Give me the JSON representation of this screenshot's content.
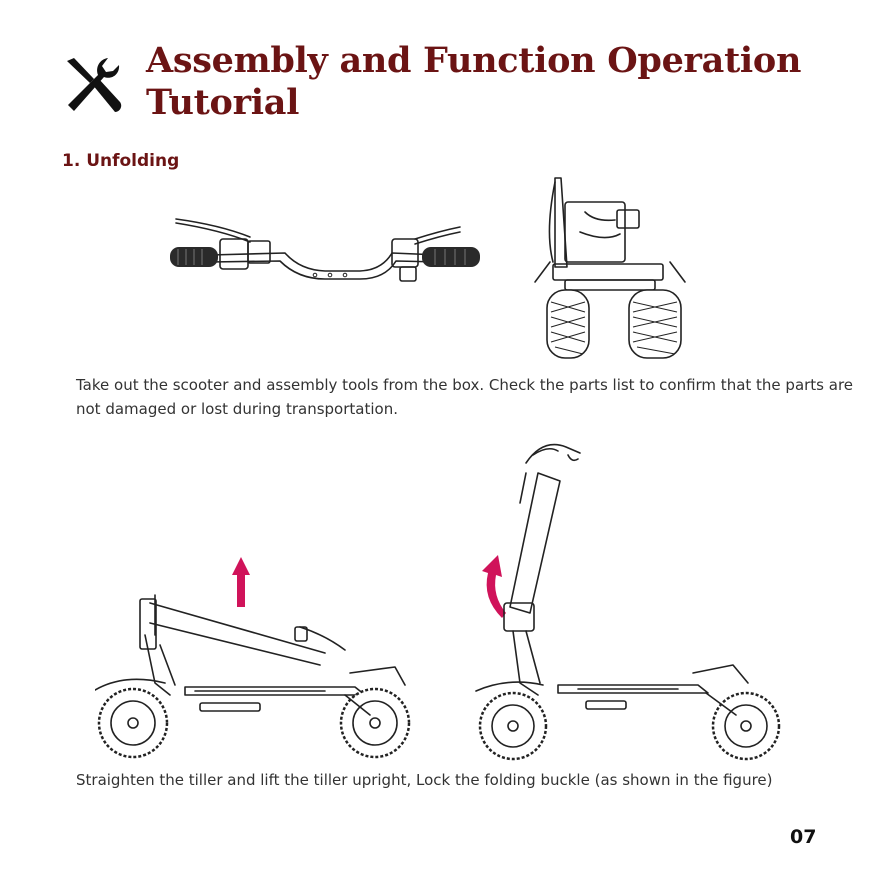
{
  "page": {
    "title_line1": "Assembly and Function Operation",
    "title_line2": "Tutorial",
    "section_heading": "1. Unfolding",
    "paragraph_1": "Take out the scooter and assembly tools from the box. Check the parts list to confirm that the parts are not damaged or lost during transportation.",
    "paragraph_2": "Straighten the tiller and lift the tiller upright, Lock the folding buckle (as shown in the figure)",
    "page_number": "07"
  },
  "icons": {
    "title_icon": "tools-icon",
    "up_arrow": "arrow-up-icon",
    "rotate_arrow": "rotate-arrow-icon"
  },
  "colors": {
    "title": "#6b1414",
    "arrow": "#d0135a"
  }
}
